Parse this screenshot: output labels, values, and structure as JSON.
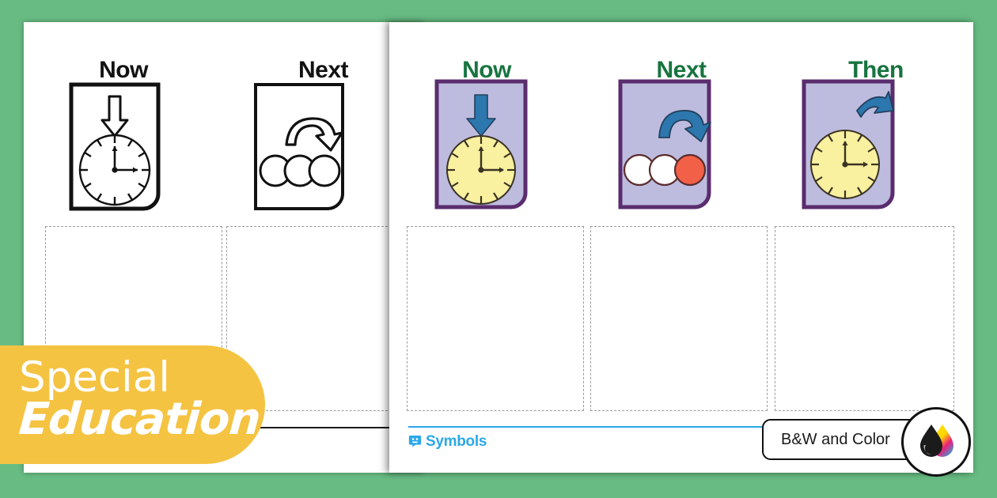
{
  "background_color": "#68bc83",
  "worksheet_bw": {
    "page_label": "black-and-white-version",
    "columns": [
      {
        "heading": "Now",
        "symbol": "clock-with-down-arrow"
      },
      {
        "heading": "Next",
        "symbol": "three-circles-with-curved-arrow"
      }
    ]
  },
  "worksheet_color": {
    "page_label": "color-version",
    "heading_color": "#17743f",
    "columns": [
      {
        "heading": "Now",
        "symbol": "clock-with-down-arrow"
      },
      {
        "heading": "Next",
        "symbol": "three-circles-with-curved-arrow"
      },
      {
        "heading": "Then",
        "symbol": "clock-with-forward-arrow"
      }
    ],
    "footer": {
      "brand_name": "Symbols",
      "brand_color": "#2ca8e8",
      "icon": "speech-bubble-icon"
    }
  },
  "badges": {
    "category": {
      "line1": "Special",
      "line2": "Education",
      "color": "#f5c342"
    },
    "print_mode": {
      "label": "B&W and Color",
      "icon": "ink-drops-icon"
    }
  },
  "palette": {
    "symbol_panel_fill": "#bdbcdf",
    "symbol_panel_border": "#5a2d6e",
    "clock_face": "#f9f0a0",
    "arrow_blue": "#2c77ae",
    "circle_orange": "#f26048",
    "circle_white": "#ffffff",
    "dashed_box": "#9b9b9b"
  }
}
